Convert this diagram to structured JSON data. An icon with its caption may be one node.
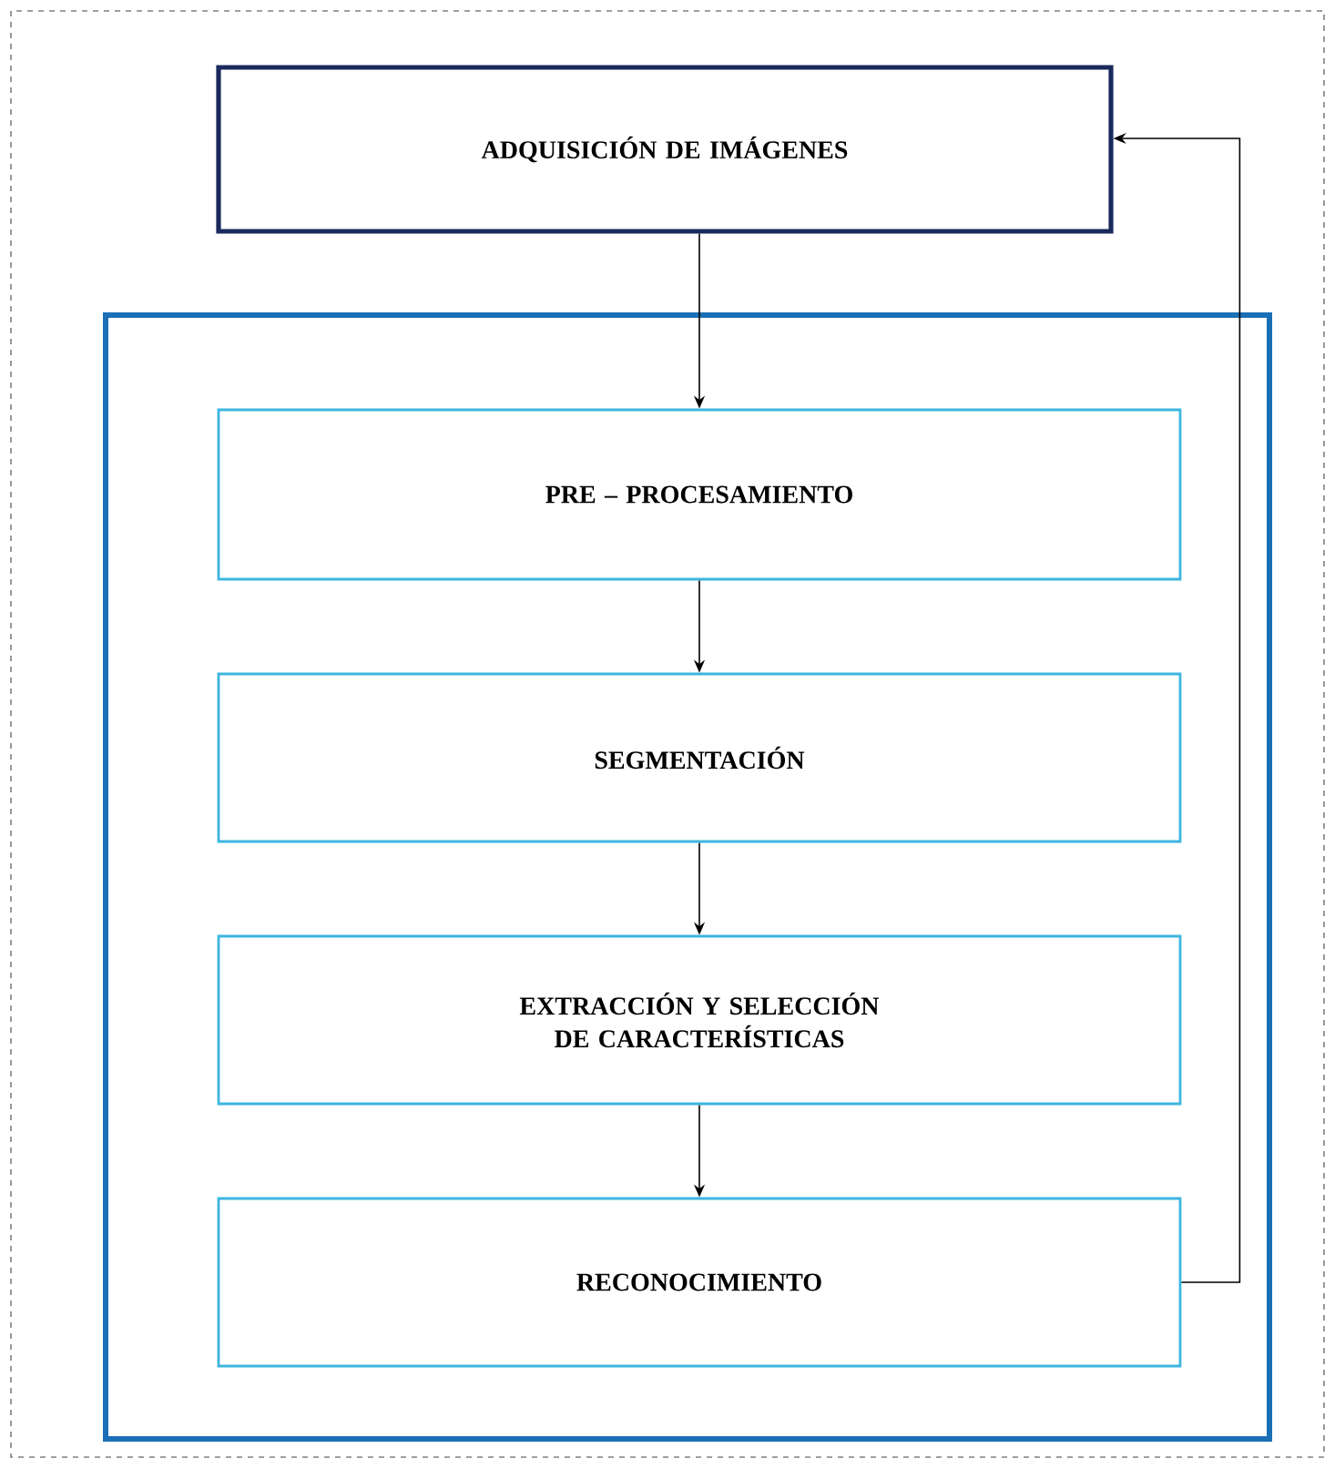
{
  "diagram": {
    "nodes": [
      {
        "text": [
          "ADQUISICIÓN DE IMÁGENES"
        ]
      },
      {
        "text": [],
        "shape": "box"
      },
      {
        "text": [
          "PRE – PROCESAMIENTO"
        ],
        "in": 1
      },
      {
        "text": [
          "SEGMENTACIÓN"
        ],
        "in": 1
      },
      {
        "text": [
          "EXTRACCIÓN Y SELECCIÓN DE CARACTERÍSTICAS"
        ],
        "in": 1
      },
      {
        "text": [
          "RECONOCIMIENTO"
        ],
        "in": 1
      }
    ],
    "edges": [
      {
        "from": 0,
        "to": 2,
        "arrow": "to"
      },
      {
        "from": 2,
        "to": 3,
        "arrow": "to"
      },
      {
        "from": 3,
        "to": 4,
        "arrow": "to"
      },
      {
        "from": 4,
        "to": 5,
        "arrow": "to"
      },
      {
        "from": 5,
        "to": 0,
        "arrow": "to"
      }
    ]
  }
}
